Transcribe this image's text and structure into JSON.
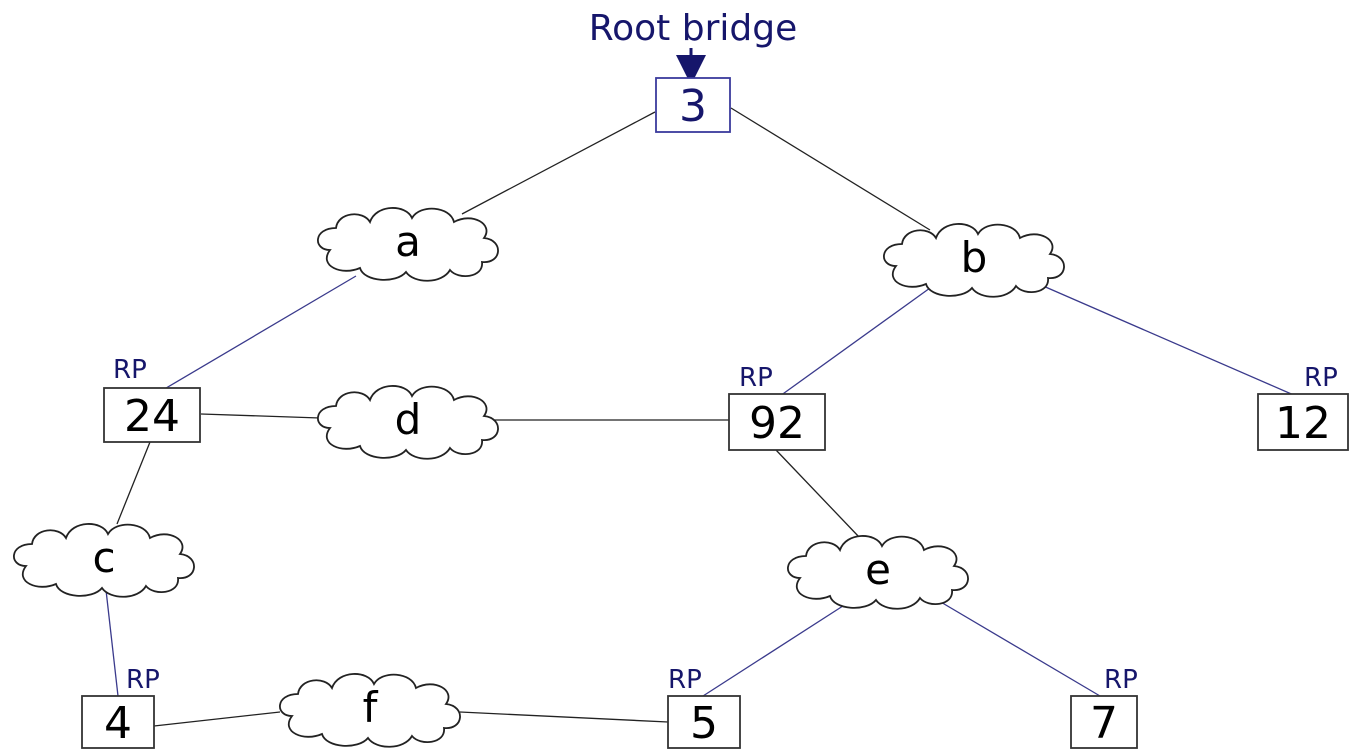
{
  "root_label": "Root bridge",
  "colors": {
    "accent": "#16166b",
    "link_plain": "#222222",
    "link_rp": "#3a3a8c",
    "bridge_border": "#333333",
    "root_border": "#3a3a9c"
  },
  "bridges": {
    "b3": "3",
    "b24": "24",
    "b92": "92",
    "b12": "12",
    "b4": "4",
    "b5": "5",
    "b7": "7"
  },
  "lans": {
    "a": "a",
    "b": "b",
    "c": "c",
    "d": "d",
    "e": "e",
    "f": "f"
  },
  "port_labels": {
    "b24": "RP",
    "b92": "RP",
    "b12": "RP",
    "b4": "RP",
    "b5": "RP",
    "b7": "RP"
  }
}
